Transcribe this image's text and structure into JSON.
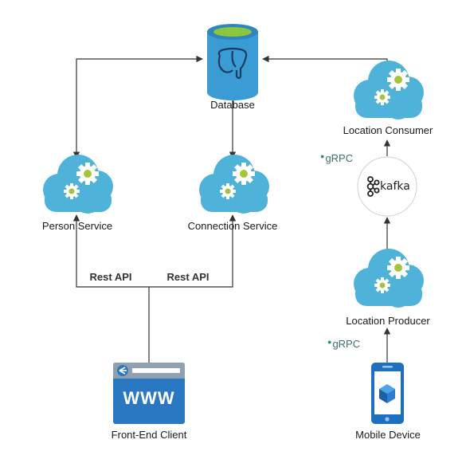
{
  "nodes": {
    "database": {
      "label": "Database"
    },
    "location_consumer": {
      "label": "Location Consumer"
    },
    "person_service": {
      "label": "Person Service"
    },
    "connection_service": {
      "label": "Connection Service"
    },
    "location_producer": {
      "label": "Location Producer"
    },
    "front_end_client": {
      "label": "Front-End Client",
      "banner_text": "WWW"
    },
    "mobile_device": {
      "label": "Mobile Device"
    },
    "kafka": {
      "label": "kafka"
    }
  },
  "edge_labels": {
    "rest_api_person": "Rest API",
    "rest_api_connection": "Rest API"
  },
  "protocols": {
    "grpc_top": "gRPC",
    "grpc_bottom": "gRPC"
  },
  "colors": {
    "cloud": "#4fb3d9",
    "cloud_dark": "#2f8fbf",
    "gear": "#ffffff",
    "gear_center": "#a6c43a",
    "db_body": "#3a9bd5",
    "db_top": "#8cc63f",
    "line": "#333333",
    "browser_blue": "#2a78c2",
    "phone_blue": "#1f6fc0"
  }
}
